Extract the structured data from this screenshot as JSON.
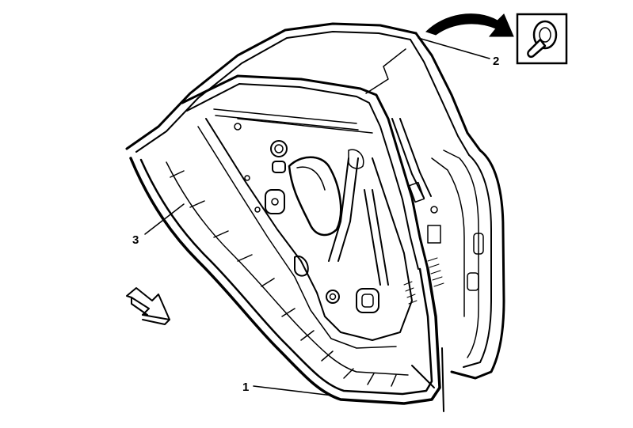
{
  "diagram": {
    "callouts": [
      {
        "id": "seal",
        "label": "1"
      },
      {
        "id": "retainer",
        "label": "2"
      },
      {
        "id": "inner-seal",
        "label": "3"
      }
    ],
    "icons": {
      "fastener": "push-pin-retainer-icon",
      "rotation_arrow": "curved-arrow-icon",
      "direction_arrow": "forward-arrow-icon"
    }
  }
}
